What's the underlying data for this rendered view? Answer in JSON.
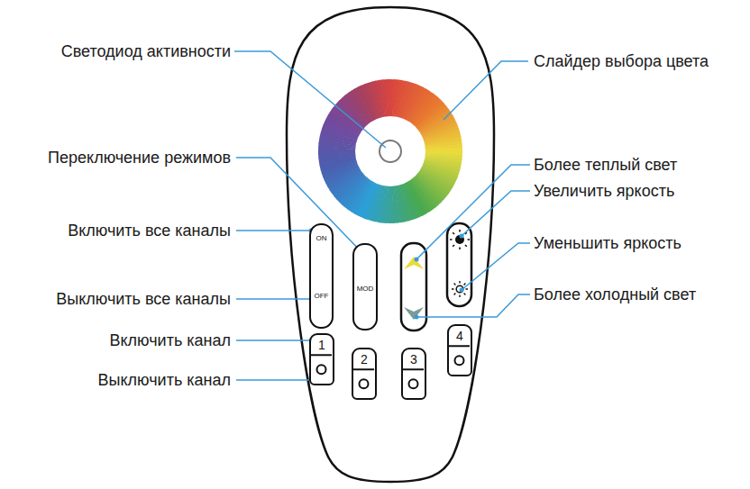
{
  "diagram": {
    "nodes": [
      {
        "text": [
          "ON",
          "OFF"
        ]
      },
      {
        "text": [
          "MOD"
        ]
      },
      {
        "text": [
          "1"
        ]
      },
      {
        "text": [
          "2"
        ]
      },
      {
        "text": [
          "3"
        ]
      },
      {
        "text": [
          "4"
        ]
      }
    ],
    "labels": [
      "Светодиод активности",
      "Слайдер выбора цвета",
      "Переключение режимов",
      "Более теплый свет",
      "Увеличить яркость",
      "Включить все каналы",
      "Уменьшить яркость",
      "Выключить все каналы",
      "Более холодный свет",
      "Включить канал",
      "Выключить канал"
    ]
  }
}
